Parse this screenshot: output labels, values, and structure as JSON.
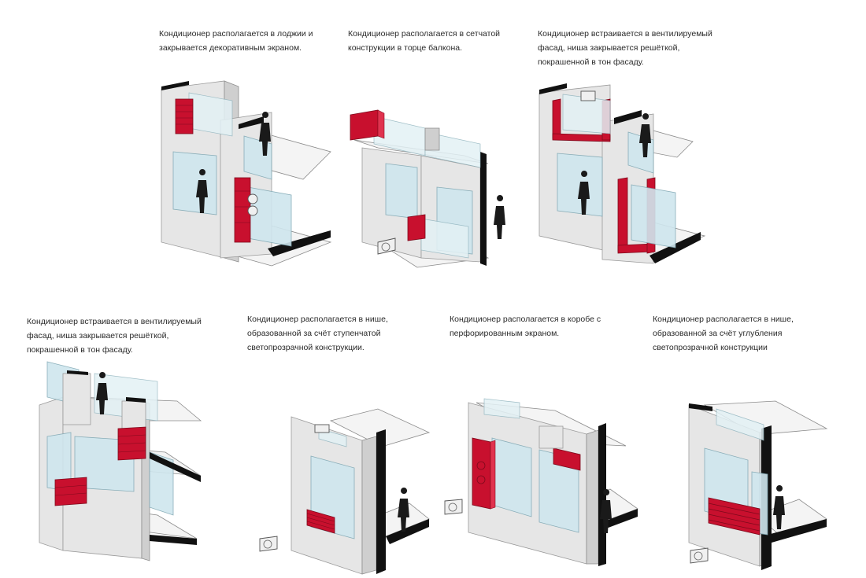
{
  "accent_color": "#c8102e",
  "glass_color": "#cfe6ee",
  "panels": [
    {
      "caption": "Кондиционер располагается в лоджии и\nзакрывается декоративным экраном."
    },
    {
      "caption": "Кондиционер располагается в сетчатой\nконструкции в торце балкона."
    },
    {
      "caption": "Кондиционер встраивается в вентилируемый\nфасад, ниша закрывается решёткой,\nпокрашенной в тон фасаду."
    },
    {
      "caption": "Кондиционер встраивается в вентилируемый\nфасад, ниша закрывается решёткой,\nпокрашенной в тон фасаду."
    },
    {
      "caption": "Кондиционер располагается в нише,\nобразованной за счёт ступенчатой\nсветопрозрачной конструкции."
    },
    {
      "caption": "Кондиционер располагается в коробе с\nперфорированным экраном."
    },
    {
      "caption": "Кондиционер располагается в нише,\nобразованной за счёт углубления\nсветопрозрачной конструкции"
    }
  ]
}
